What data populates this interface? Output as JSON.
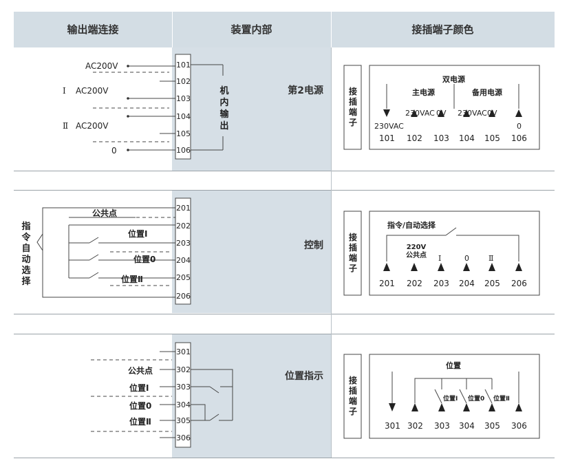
{
  "headers": [
    "输出端连接",
    "装置内部",
    "接插端子颜色"
  ],
  "s1": {
    "label": "第2电源",
    "internal_text": "机内输出",
    "terminals": [
      "101",
      "102",
      "103",
      "104",
      "105",
      "106"
    ],
    "inputs": [
      {
        "prefix": "",
        "text": "AC200V"
      },
      {
        "prefix": "Ⅰ",
        "text": "AC200V"
      },
      {
        "prefix": "Ⅱ",
        "text": "AC200V"
      },
      {
        "prefix": "",
        "text": "0"
      }
    ],
    "connector": {
      "side_label": "接插端子",
      "top_label": "双电源",
      "main_label": "主电源",
      "backup_label": "备用电源",
      "pin_labels": [
        "230VAC",
        "230VAC",
        "0V",
        "230VAC",
        "0V",
        "0"
      ],
      "pins": [
        "101",
        "102",
        "103",
        "104",
        "105",
        "106"
      ]
    }
  },
  "s2": {
    "label": "控制",
    "left_label": "指令自动选择",
    "terminals": [
      "201",
      "202",
      "203",
      "204",
      "205",
      "206"
    ],
    "lines": [
      "公共点",
      "位置Ⅰ",
      "位置0",
      "位置Ⅱ"
    ],
    "connector": {
      "side_label": "接插端子",
      "top_label": "指令/自动选择",
      "common_label": "220V公共点",
      "sub_labels": [
        "Ⅰ",
        "0",
        "Ⅱ"
      ],
      "pins": [
        "201",
        "202",
        "203",
        "204",
        "205",
        "206"
      ]
    }
  },
  "s3": {
    "label": "位置指示",
    "terminals": [
      "301",
      "302",
      "303",
      "304",
      "305",
      "306"
    ],
    "lines": [
      "公共点",
      "位置Ⅰ",
      "位置0",
      "位置Ⅱ"
    ],
    "connector": {
      "side_label": "接插端子",
      "top_label": "位置",
      "sub_labels": [
        "位置Ⅰ",
        "位置0",
        "位置Ⅱ"
      ],
      "pins": [
        "301",
        "302",
        "303",
        "304",
        "305",
        "306"
      ]
    }
  }
}
